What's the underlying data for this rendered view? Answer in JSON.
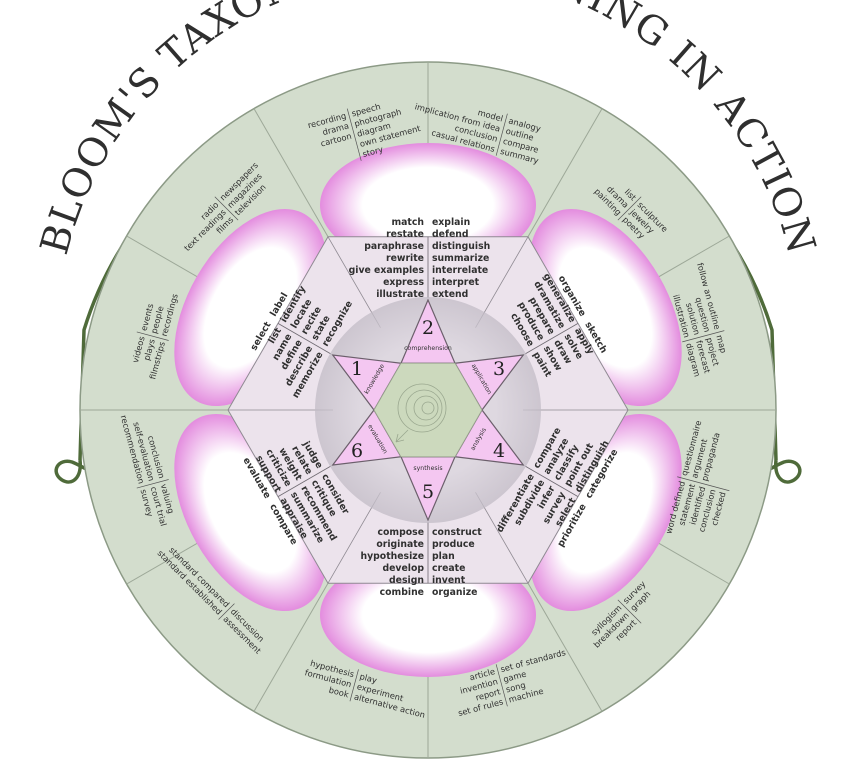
{
  "title": "BLOOM'S TAXONOMY - LEARNING IN ACTION",
  "levels": [
    {
      "number": "1",
      "name": "knowledge"
    },
    {
      "number": "2",
      "name": "comprehension"
    },
    {
      "number": "3",
      "name": "application"
    },
    {
      "number": "4",
      "name": "analysis"
    },
    {
      "number": "5",
      "name": "synthesis"
    },
    {
      "number": "6",
      "name": "evaluation"
    }
  ],
  "verbs": {
    "comprehension": {
      "left": [
        "match",
        "restate",
        "paraphrase",
        "rewrite",
        "give examples",
        "express",
        "illustrate"
      ],
      "right": [
        "explain",
        "defend",
        "distinguish",
        "summarize",
        "interrelate",
        "interpret",
        "extend"
      ]
    },
    "application": {
      "left": [
        "organize",
        "generalize",
        "dramatize",
        "prepare",
        "produce",
        "choose"
      ],
      "right": [
        "sketch",
        "apply",
        "solve",
        "draw",
        "show",
        "paint"
      ]
    },
    "analysis": {
      "left": [
        "differentiate",
        "subdivide",
        "infer",
        "survey",
        "select",
        "prioritize"
      ],
      "right": [
        "compare",
        "analyze",
        "classify",
        "point out",
        "distinguish",
        "categorize"
      ]
    },
    "synthesis": {
      "left": [
        "compose",
        "originate",
        "hypothesize",
        "develop",
        "design",
        "combine"
      ],
      "right": [
        "construct",
        "produce",
        "plan",
        "create",
        "invent",
        "organize"
      ]
    },
    "evaluation": {
      "left": [
        "judge",
        "relate",
        "weight",
        "criticize",
        "support",
        "evaluate"
      ],
      "right": [
        "consider",
        "critique",
        "recommend",
        "summarize",
        "appraise",
        "compare"
      ]
    },
    "knowledge": {
      "left": [
        "select",
        "list",
        "name",
        "define",
        "describe",
        "memorize"
      ],
      "right": [
        "label",
        "identify",
        "locate",
        "recite",
        "state",
        "recognize"
      ]
    }
  },
  "products": [
    {
      "left": [
        "recording",
        "drama",
        "cartoon"
      ],
      "right": [
        "speech",
        "photograph",
        "diagram",
        "own statement",
        "story"
      ]
    },
    {
      "left": [
        "model",
        "implication from idea",
        "conclusion",
        "casual relations"
      ],
      "right": [
        "analogy",
        "outline",
        "compare",
        "summary"
      ]
    },
    {
      "left": [
        "list",
        "drama",
        "painting"
      ],
      "right": [
        "sculpture",
        "jewelry",
        "poetry"
      ]
    },
    {
      "left": [
        "follow an outline",
        "question",
        "solution",
        "illustration"
      ],
      "right": [
        "map",
        "project",
        "forecast",
        "diagram"
      ]
    },
    {
      "left": [
        "word defined",
        "statement",
        "identified",
        "conclusion",
        "checked"
      ],
      "right": [
        "questionnaire",
        "argument",
        "propaganda"
      ]
    },
    {
      "left": [
        "syllogism",
        "breakdown",
        "report"
      ],
      "right": [
        "survey",
        "graph"
      ]
    },
    {
      "left": [
        "article",
        "invention",
        "report",
        "set of rules"
      ],
      "right": [
        "set of standards",
        "game",
        "song",
        "machine"
      ]
    },
    {
      "left": [
        "hypothesis",
        "formulation",
        "book"
      ],
      "right": [
        "play",
        "experiment",
        "alternative action"
      ]
    },
    {
      "left": [
        "standard compared",
        "standard established"
      ],
      "right": [
        "discussion",
        "assessment"
      ]
    },
    {
      "left": [
        "conclusion",
        "self-evaluation",
        "recommendation"
      ],
      "right": [
        "valuing",
        "court trial",
        "survey"
      ]
    },
    {
      "left": [
        "videos",
        "plays",
        "filmstrips"
      ],
      "right": [
        "events",
        "people",
        "recordings"
      ]
    },
    {
      "left": [
        "radio",
        "text readings",
        "films"
      ],
      "right": [
        "newspapers",
        "magazines",
        "television"
      ]
    }
  ],
  "colors": {
    "disc": "#d3ddcd",
    "disc_stroke": "#8c9a86",
    "arc": "#4f6b3a",
    "petal": "#dc6fd6",
    "hexagon": "#ece3ec",
    "triangle": "#f4c7f1",
    "center": "#ccd9bd",
    "ring": "#b8b3bc"
  }
}
